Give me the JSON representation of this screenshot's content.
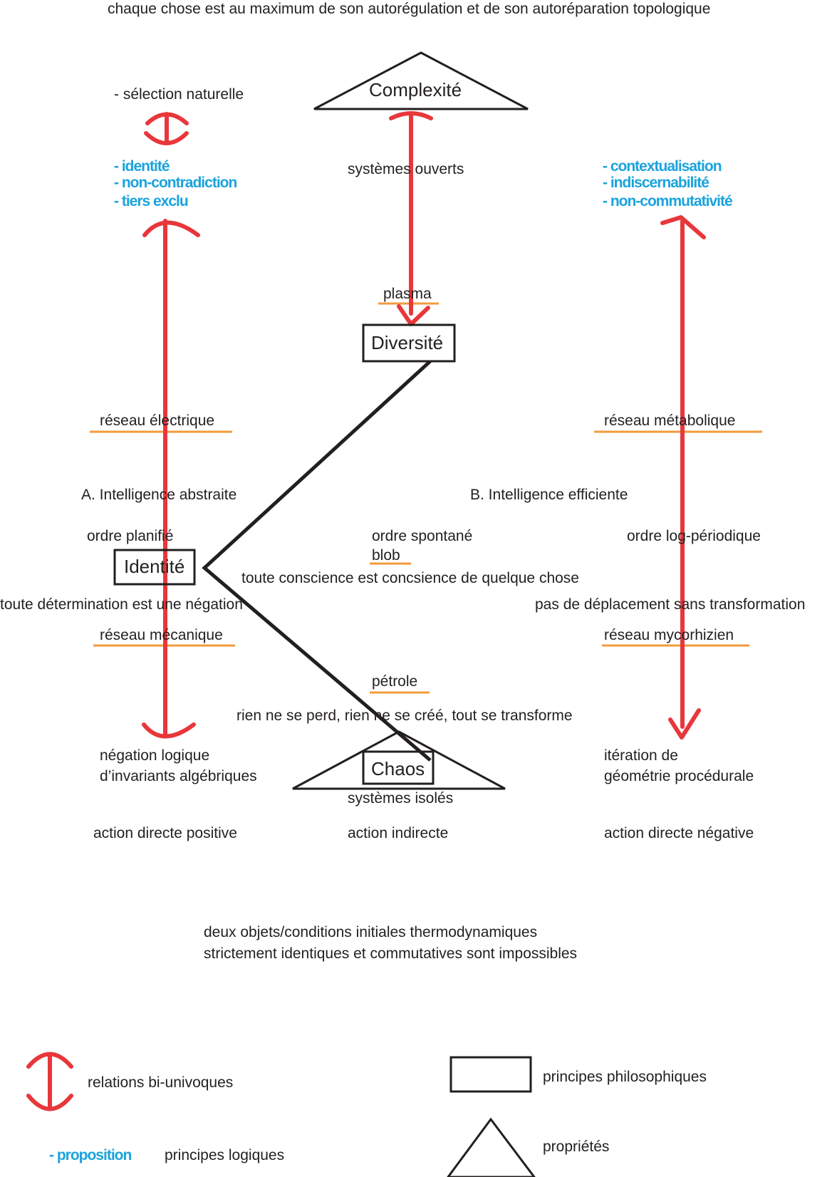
{
  "header": "chaque chose est au maximum de son autorégulation et de son autoréparation topologique",
  "nodes": {
    "complexite": "Complexité",
    "diversite": "Diversité",
    "identite": "Identité",
    "chaos": "Chaos"
  },
  "left_column": {
    "selection": "- sélection naturelle",
    "propositions": [
      "- identité",
      "- non-contradiction",
      "- tiers exclu"
    ],
    "reseau_top": "réseau électrique",
    "intelligence": "A. Intelligence abstraite",
    "ordre": "ordre planifié",
    "determination": "toute détermination est une négation",
    "reseau_bottom": "réseau mécanique",
    "bottom_lines": [
      "négation logique",
      "d’invariants algébriques"
    ],
    "action": "action directe positive"
  },
  "center_column": {
    "systemes_ouverts": "systèmes ouverts",
    "plasma": "plasma",
    "ordre": "ordre spontané",
    "blob": "blob",
    "conscience": "toute conscience est concsience de quelque chose",
    "petrole": "pétrole",
    "rien": "rien ne se perd,  rien ne se créé, tout se transforme",
    "systemes_isoles": "systèmes isolés",
    "action": "action indirecte"
  },
  "right_column": {
    "propositions": [
      "- contextualisation",
      "- indiscernabilité",
      "- non-commutativité"
    ],
    "reseau_top": "réseau métabolique",
    "intelligence": "B. Intelligence efficiente",
    "ordre": "ordre log-périodique",
    "deplacement": "pas de déplacement sans transformation",
    "reseau_bottom": "réseau mycorhizien",
    "bottom_lines": [
      "itération de",
      "géométrie procédurale"
    ],
    "action": "action directe négative"
  },
  "footer": [
    "deux objets/conditions initiales thermodynamiques",
    "strictement identiques et commutatives sont impossibles"
  ],
  "legend": {
    "relations": "relations bi-univoques",
    "philosophiques": "principes philosophiques",
    "proposition": "- proposition",
    "logiques": "principes logiques",
    "proprietes": "propriétés"
  },
  "colors": {
    "arrow": "#e8373b",
    "underline": "#f39a3c",
    "proposition": "#1aa3dc",
    "stroke": "#231f20"
  }
}
